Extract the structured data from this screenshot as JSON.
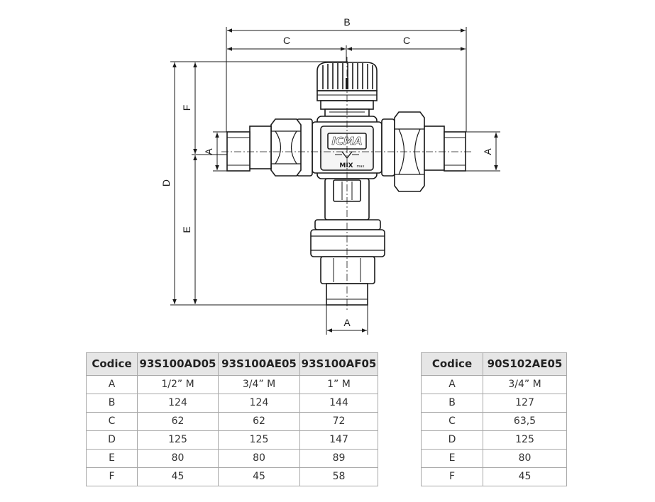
{
  "drawing": {
    "dimension_labels": {
      "B": "B",
      "C_left": "C",
      "C_right": "C",
      "D": "D",
      "E": "E",
      "F": "F",
      "A_left": "A",
      "A_right": "A",
      "A_bottom": "A"
    },
    "logo_text": "ICMA",
    "valve_marking": "MIX",
    "valve_marking_small": "max"
  },
  "table_left": {
    "headers": [
      "Codice",
      "93S100AD05",
      "93S100AE05",
      "93S100AF05"
    ],
    "rows": [
      [
        "A",
        "1/2” M",
        "3/4” M",
        "1” M"
      ],
      [
        "B",
        "124",
        "124",
        "144"
      ],
      [
        "C",
        "62",
        "62",
        "72"
      ],
      [
        "D",
        "125",
        "125",
        "147"
      ],
      [
        "E",
        "80",
        "80",
        "89"
      ],
      [
        "F",
        "45",
        "45",
        "58"
      ]
    ]
  },
  "table_right": {
    "headers": [
      "Codice",
      "90S102AE05"
    ],
    "rows": [
      [
        "A",
        "3/4” M"
      ],
      [
        "B",
        "127"
      ],
      [
        "C",
        "63,5"
      ],
      [
        "D",
        "125"
      ],
      [
        "E",
        "80"
      ],
      [
        "F",
        "45"
      ]
    ]
  }
}
